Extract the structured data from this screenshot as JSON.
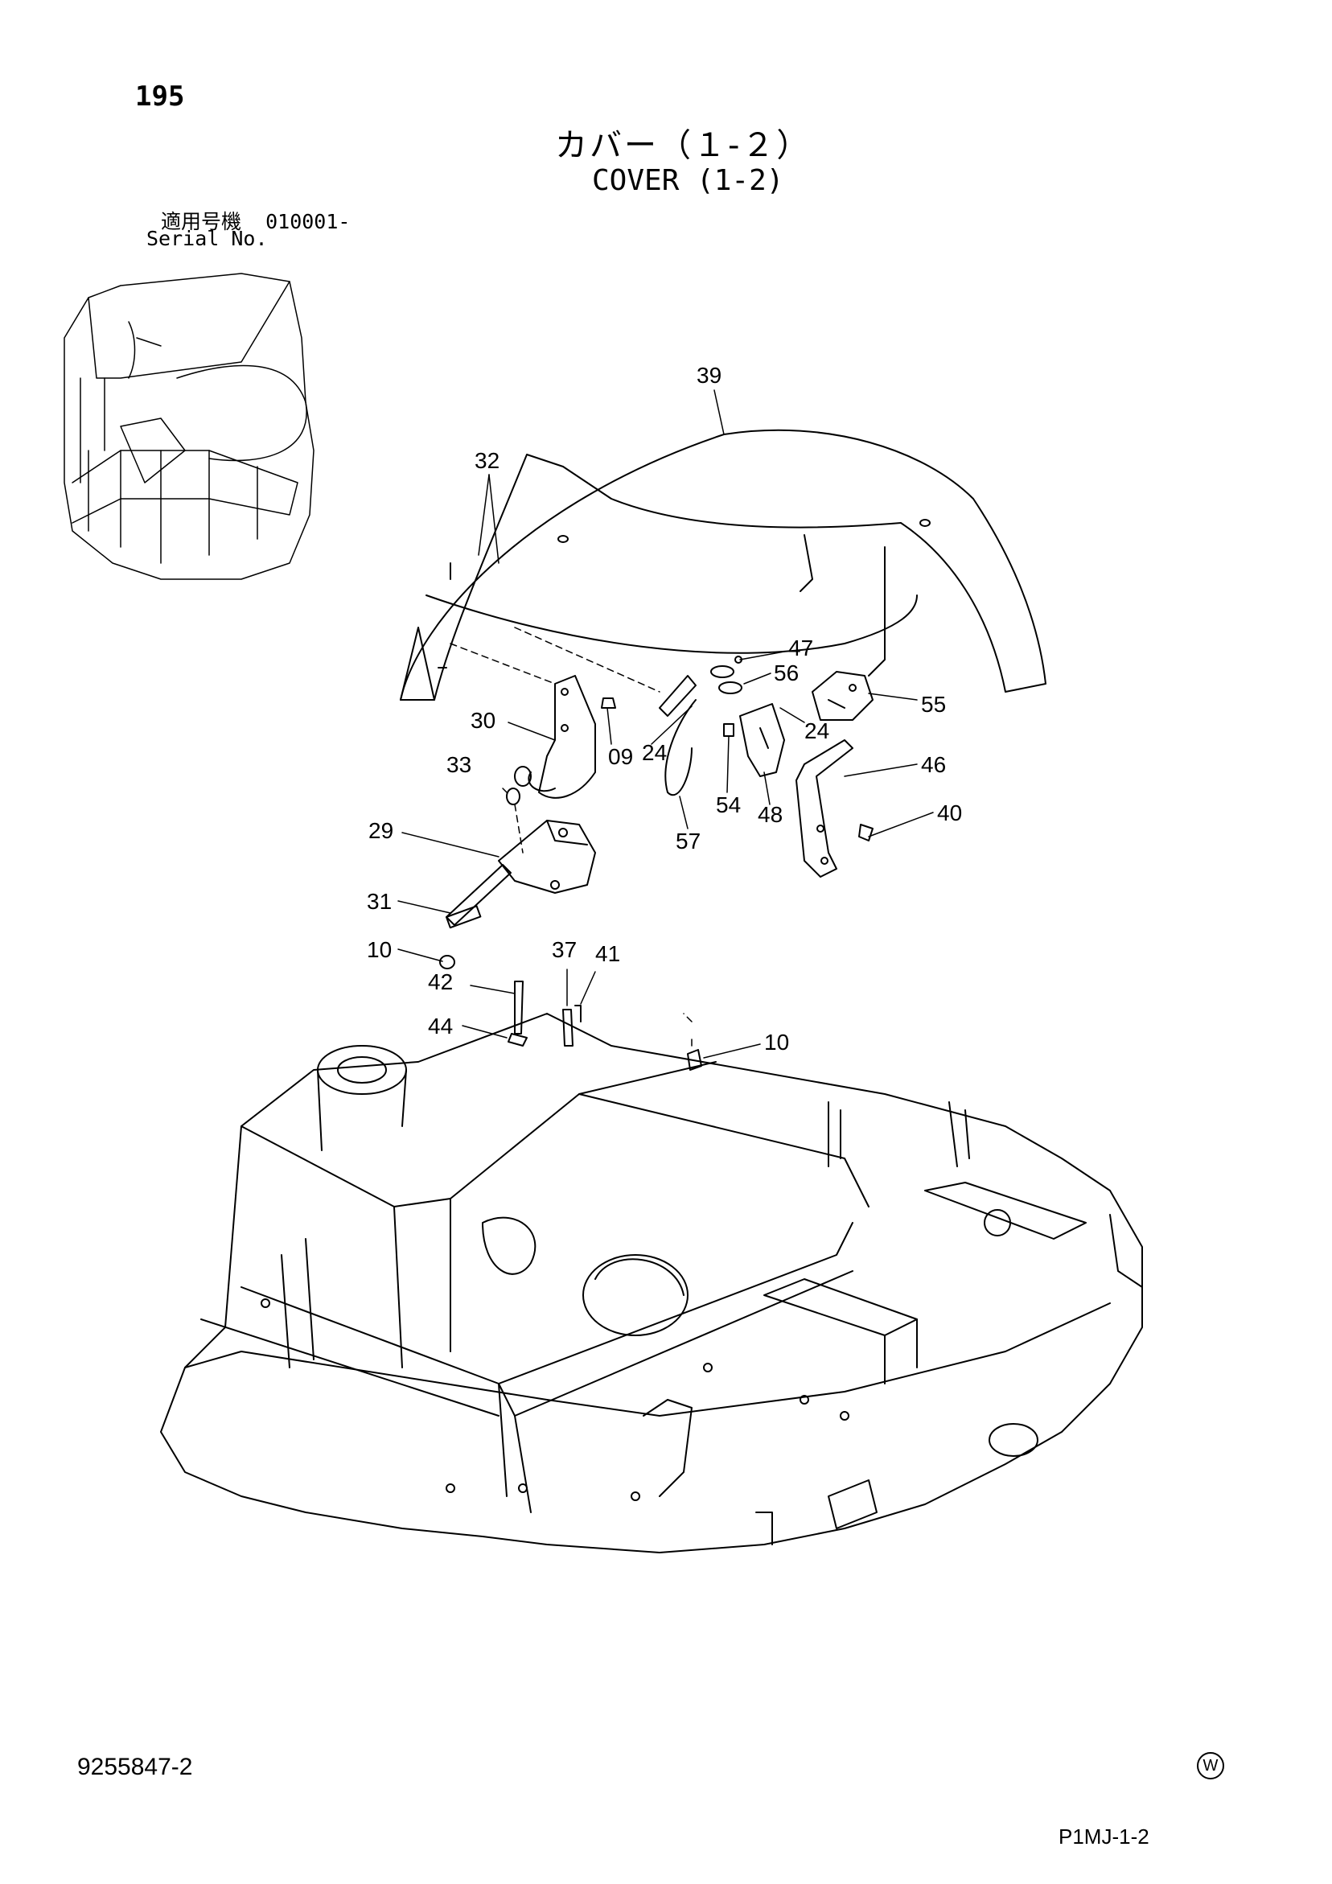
{
  "header": {
    "page_number": "195",
    "title_jp": "カバー（１-２）",
    "title_en": "COVER (1-2)",
    "serial_jp": "適用号機  010001-",
    "serial_en": "Serial No."
  },
  "footer": {
    "doc_number": "9255847-2",
    "mark": "W",
    "page_code": "P1MJ-1-2"
  },
  "callouts": [
    {
      "id": "c39",
      "label": "39"
    },
    {
      "id": "c32",
      "label": "32"
    },
    {
      "id": "c47",
      "label": "47"
    },
    {
      "id": "c56",
      "label": "56"
    },
    {
      "id": "c55",
      "label": "55"
    },
    {
      "id": "c24a",
      "label": "24"
    },
    {
      "id": "c24b",
      "label": "24"
    },
    {
      "id": "c30",
      "label": "30"
    },
    {
      "id": "c09",
      "label": "09"
    },
    {
      "id": "c46",
      "label": "46"
    },
    {
      "id": "c33",
      "label": "33"
    },
    {
      "id": "c54",
      "label": "54"
    },
    {
      "id": "c48",
      "label": "48"
    },
    {
      "id": "c40",
      "label": "40"
    },
    {
      "id": "c57",
      "label": "57"
    },
    {
      "id": "c29",
      "label": "29"
    },
    {
      "id": "c31",
      "label": "31"
    },
    {
      "id": "c10a",
      "label": "10"
    },
    {
      "id": "c37",
      "label": "37"
    },
    {
      "id": "c41",
      "label": "41"
    },
    {
      "id": "c42",
      "label": "42"
    },
    {
      "id": "c44",
      "label": "44"
    },
    {
      "id": "c10b",
      "label": "10"
    }
  ]
}
